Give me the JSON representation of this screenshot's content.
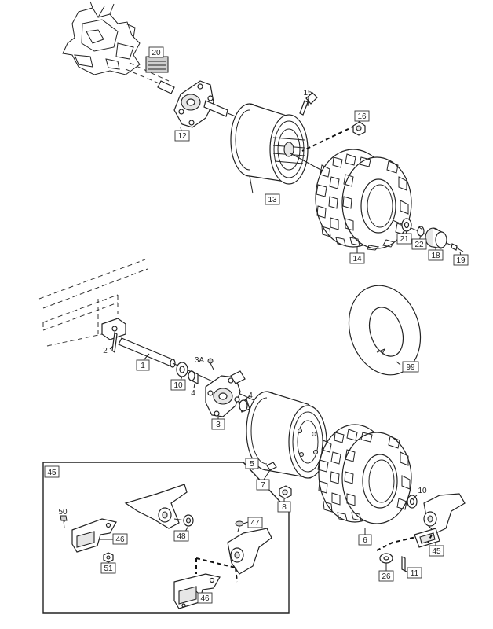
{
  "callouts": {
    "c20": "20",
    "c12": "12",
    "c15": "15",
    "c16": "16",
    "c13": "13",
    "c14": "14",
    "c21": "21",
    "c22": "22",
    "c18": "18",
    "c19": "19",
    "c2": "2",
    "c1": "1",
    "c3A": "3A",
    "c10a": "10",
    "c4a": "4",
    "c4b": "4",
    "c3": "3",
    "c99": "99",
    "c5": "5",
    "c7": "7",
    "c8": "8",
    "c10b": "10",
    "c6": "6",
    "c45b": "45",
    "c26": "26",
    "c11": "11",
    "c45": "45",
    "c50": "50",
    "c46a": "46",
    "c51": "51",
    "c48": "48",
    "c47": "47",
    "c46b": "46"
  }
}
